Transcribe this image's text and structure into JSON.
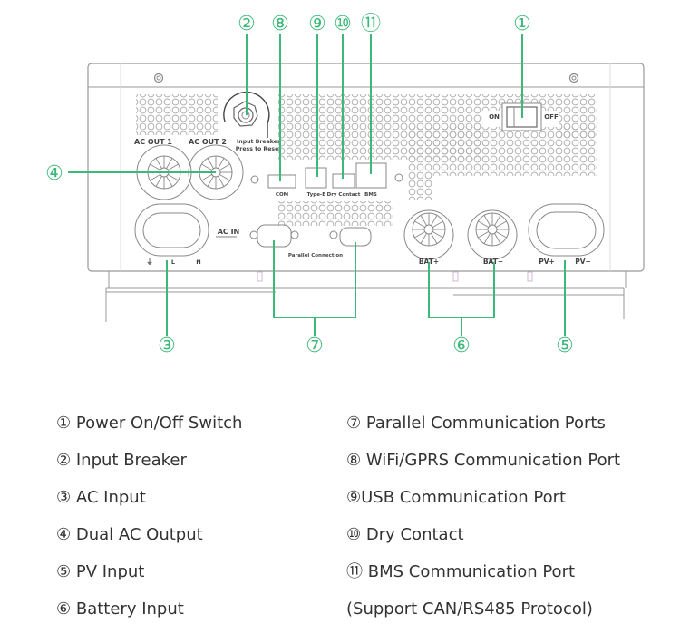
{
  "accent_color": "#3cb878",
  "callouts": [
    {
      "id": "1",
      "glyph": "①"
    },
    {
      "id": "2",
      "glyph": "②"
    },
    {
      "id": "3",
      "glyph": "③"
    },
    {
      "id": "4",
      "glyph": "④"
    },
    {
      "id": "5",
      "glyph": "⑤"
    },
    {
      "id": "6",
      "glyph": "⑥"
    },
    {
      "id": "7",
      "glyph": "⑦"
    },
    {
      "id": "8",
      "glyph": "⑧"
    },
    {
      "id": "9",
      "glyph": "⑨"
    },
    {
      "id": "10",
      "glyph": "⑩"
    },
    {
      "id": "11",
      "glyph": "⑪"
    }
  ],
  "panel_labels": {
    "ac_out_1": "AC OUT 1",
    "ac_out_2": "AC OUT 2",
    "input_breaker_line1": "Input Breaker",
    "input_breaker_line2": "Press to Reset",
    "com": "COM",
    "type_b": "Type-B",
    "dry_contact": "Dry Contact",
    "bms": "BMS",
    "ac_in": "AC IN",
    "ground": "⏚",
    "l": "L",
    "n": "N",
    "parallel_connection": "Parallel Connection",
    "bat_plus": "BAT+",
    "bat_minus": "BAT−",
    "pv_plus": "PV+",
    "pv_minus": "PV−",
    "on": "ON",
    "off": "OFF"
  },
  "legend": {
    "left": [
      "① Power On/Off Switch",
      "② Input Breaker",
      "③ AC Input",
      "④ Dual AC Output",
      "⑤ PV Input",
      "⑥ Battery Input"
    ],
    "right": [
      "⑦ Parallel Communication Ports",
      "⑧ WiFi/GPRS Communication Port",
      "⑨USB Communication Port",
      "⑩ Dry Contact",
      "⑪ BMS Communication Port",
      "(Support CAN/RS485 Protocol)"
    ]
  }
}
